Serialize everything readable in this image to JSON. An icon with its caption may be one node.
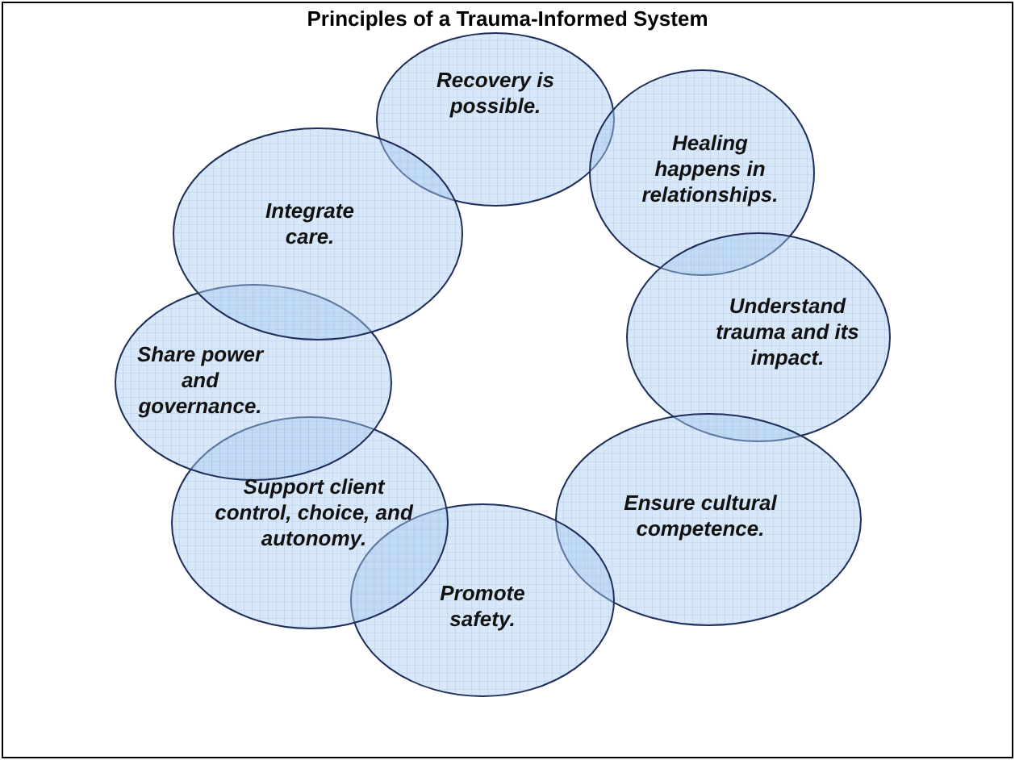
{
  "diagram": {
    "title": "Principles of a Trauma-Informed System",
    "nodes": [
      {
        "text": [
          "Recovery is possible."
        ]
      },
      {
        "text": [
          "Healing happens in relationships."
        ]
      },
      {
        "text": [
          "Understand trauma and its impact."
        ]
      },
      {
        "text": [
          "Ensure cultural competence."
        ]
      },
      {
        "text": [
          "Promote safety."
        ]
      },
      {
        "text": [
          "Support client control, choice, and autonomy."
        ]
      },
      {
        "text": [
          "Share power and governance."
        ]
      },
      {
        "text": [
          "Integrate care."
        ]
      }
    ],
    "edges": []
  }
}
